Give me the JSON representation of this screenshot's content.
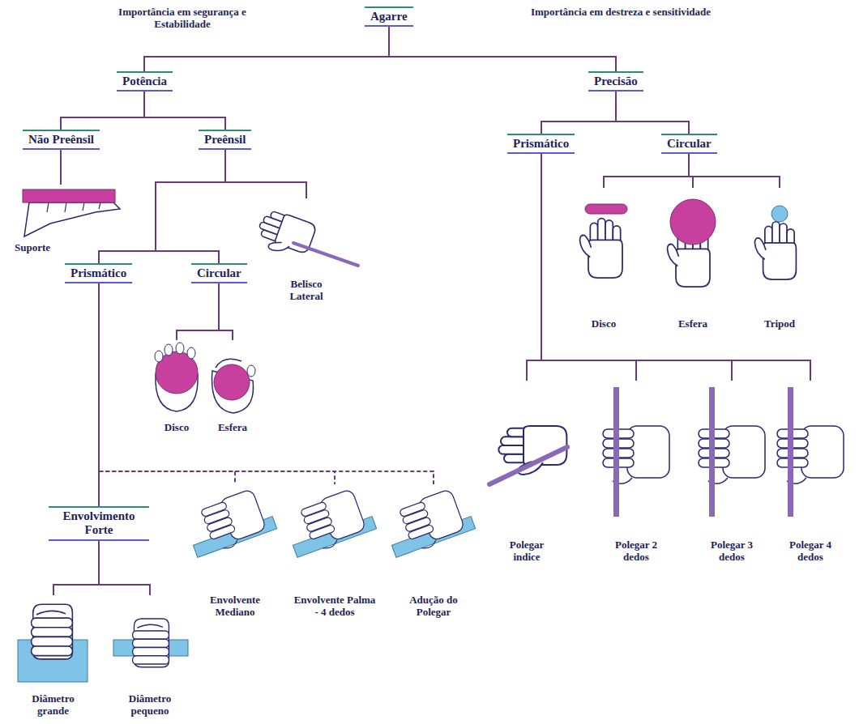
{
  "diagram": {
    "nodes": [
      {
        "text": [
          "Agarre"
        ]
      },
      {
        "text": [
          "Potência"
        ]
      },
      {
        "text": [
          "Precisão"
        ]
      },
      {
        "text": [
          "Não Preênsil"
        ]
      },
      {
        "text": [
          "Preênsil"
        ]
      },
      {
        "text": [
          "Prismático"
        ]
      },
      {
        "text": [
          "Circular"
        ]
      },
      {
        "text": [
          "Suporte"
        ]
      },
      {
        "text": [
          "Prismático"
        ]
      },
      {
        "text": [
          "Circular"
        ]
      },
      {
        "text": [
          "Belisco Lateral"
        ]
      },
      {
        "text": [
          "Disco"
        ]
      },
      {
        "text": [
          "Esfera"
        ]
      },
      {
        "text": [
          "Tripod"
        ]
      },
      {
        "text": [
          "Disco"
        ]
      },
      {
        "text": [
          "Esfera"
        ]
      },
      {
        "text": [
          "Polegar indice"
        ]
      },
      {
        "text": [
          "Polegar 2 dedos"
        ]
      },
      {
        "text": [
          "Polegar 3 dedos"
        ]
      },
      {
        "text": [
          "Polegar 4 dedos"
        ]
      },
      {
        "text": [
          "Envolvimento Forte"
        ]
      },
      {
        "text": [
          "Envolvente Mediano"
        ]
      },
      {
        "text": [
          "Envolvente Palma - 4 dedos"
        ]
      },
      {
        "text": [
          "Adução do Polegar"
        ]
      },
      {
        "text": [
          "Diâmetro grande"
        ]
      },
      {
        "text": [
          "Diâmetro pequeno"
        ]
      }
    ],
    "edges": [
      {
        "from": 0,
        "to": 1,
        "arrow": "none"
      },
      {
        "from": 0,
        "to": 2,
        "arrow": "none"
      },
      {
        "from": 1,
        "to": 3,
        "arrow": "none"
      },
      {
        "from": 1,
        "to": 4,
        "arrow": "none"
      },
      {
        "from": 2,
        "to": 5,
        "arrow": "none"
      },
      {
        "from": 2,
        "to": 6,
        "arrow": "none"
      },
      {
        "from": 3,
        "to": 7,
        "arrow": "none"
      },
      {
        "from": 4,
        "to": 8,
        "arrow": "none"
      },
      {
        "from": 4,
        "to": 9,
        "arrow": "none"
      },
      {
        "from": 4,
        "to": 10,
        "arrow": "none"
      },
      {
        "from": 6,
        "to": 11,
        "arrow": "none"
      },
      {
        "from": 6,
        "to": 12,
        "arrow": "none"
      },
      {
        "from": 6,
        "to": 13,
        "arrow": "none"
      },
      {
        "from": 9,
        "to": 14,
        "arrow": "none"
      },
      {
        "from": 9,
        "to": 15,
        "arrow": "none"
      },
      {
        "from": 5,
        "to": 16,
        "arrow": "none"
      },
      {
        "from": 5,
        "to": 17,
        "arrow": "none"
      },
      {
        "from": 5,
        "to": 18,
        "arrow": "none"
      },
      {
        "from": 5,
        "to": 19,
        "arrow": "none"
      },
      {
        "from": 8,
        "to": 20,
        "arrow": "none"
      },
      {
        "from": 8,
        "to": 21,
        "arrow": "none"
      },
      {
        "from": 8,
        "to": 22,
        "arrow": "none"
      },
      {
        "from": 8,
        "to": 23,
        "arrow": "none"
      },
      {
        "from": 20,
        "to": 24,
        "arrow": "none"
      },
      {
        "from": 20,
        "to": 25,
        "arrow": "none"
      }
    ],
    "labels": [
      "Importância em segurança e Estabilidade",
      "Importância em destreza e sensitividade"
    ]
  }
}
